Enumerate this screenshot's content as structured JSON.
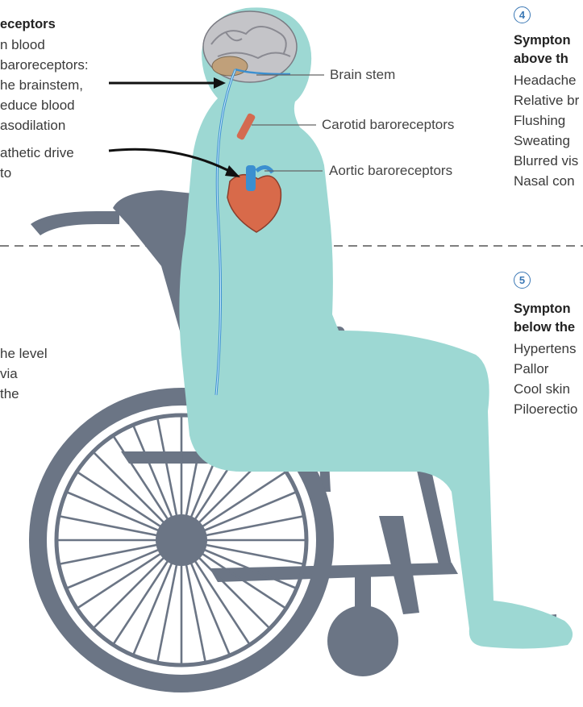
{
  "left_top": {
    "heading": "eceptors",
    "lines": [
      "n blood",
      "baroreceptors:",
      "he brainstem,",
      "educe blood",
      "asodilation",
      "athetic drive",
      "to"
    ]
  },
  "left_bottom": {
    "lines": [
      "he level",
      "via",
      "the"
    ]
  },
  "labels": {
    "brain_stem": "Brain stem",
    "carotid": "Carotid baroreceptors",
    "aortic": "Aortic baroreceptors"
  },
  "step4": {
    "number": "4",
    "heading_line1": "Sympton",
    "heading_line2": "above th",
    "items": [
      "Headache",
      "Relative br",
      "Flushing",
      "Sweating",
      "Blurred vis",
      "Nasal con"
    ]
  },
  "step5": {
    "number": "5",
    "heading_line1": "Sympton",
    "heading_line2": "below the",
    "items": [
      "Hypertens",
      "Pallor",
      "Cool skin",
      "Piloerectio"
    ]
  },
  "colors": {
    "body": "#9dd8d3",
    "wheelchair": "#6b7585",
    "accent": "#3b78b5",
    "nerve": "#3b8fd0"
  }
}
